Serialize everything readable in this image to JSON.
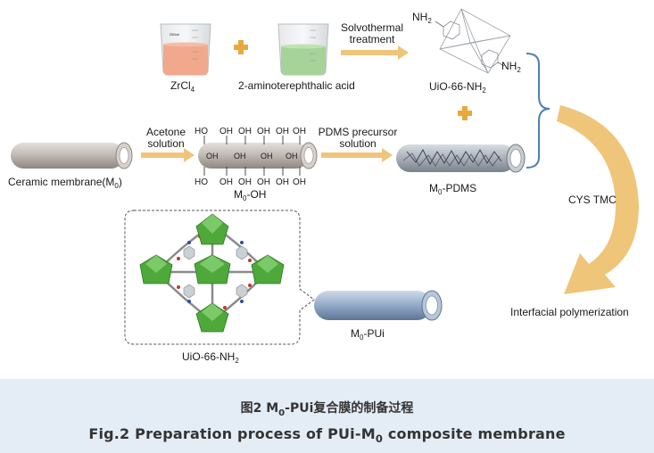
{
  "diagram": {
    "labels": {
      "zrcl4": "ZrCl",
      "zrcl4_sub": "4",
      "linker": "2-aminoterephthalic acid",
      "solvothermal_1": "Solvothermal",
      "solvothermal_2": "treatment",
      "uio_top": "UiO-66-NH",
      "uio_top_sub": "2",
      "nh2_a": "NH",
      "nh2_a_sub": "2",
      "nh2_b": "NH",
      "nh2_b_sub": "2",
      "acetone_1": "Acetone",
      "acetone_2": "solution",
      "pdms_1": "PDMS precursor",
      "pdms_2": "solution",
      "ceramic_main": "Ceramic membrane(M",
      "ceramic_sub": "0",
      "ceramic_end": ")",
      "hydroxyl": "HO",
      "oh": "OH",
      "m0oh_main": "M",
      "m0oh_sub": "0",
      "m0oh_end": "-OH",
      "m0pdms_main": "M",
      "m0pdms_sub": "0",
      "m0pdms_end": "-PDMS",
      "cys_tmc": "CYS TMC",
      "interfacial": "Interfacial polymerization",
      "uio_bottom": "UiO-66-NH",
      "uio_bottom_sub": "2",
      "m0pui_main": "M",
      "m0pui_sub": "0",
      "m0pui_end": "-PUi",
      "beaker_text": "250ml"
    },
    "colors": {
      "arrow": "#efc57a",
      "plus": "#e8a93a",
      "zrcl4_liquid": "#f1a88c",
      "linker_liquid": "#a6d39a",
      "tube": "#b9b3ad",
      "pdms_tube": "#9aa3ac",
      "pui_tube": "#8fa5c6",
      "mof_green": "#4ea83a",
      "bracket": "#4e7fb5",
      "caption_bg": "#e4ecf5"
    }
  },
  "caption": {
    "cn_prefix": "图2 M",
    "cn_sub": "0",
    "cn_suffix": "-PUi复合膜的制备过程",
    "en_prefix": "Fig.2 Preparation process of PUi-M",
    "en_sub": "0",
    "en_suffix": " composite membrane"
  }
}
